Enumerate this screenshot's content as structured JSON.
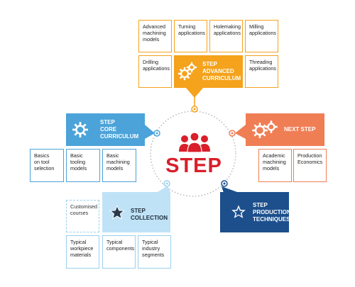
{
  "center": {
    "label": "STEP"
  },
  "colors": {
    "orange": "#f5a21c",
    "blue": "#4ba3d9",
    "coral": "#f07e55",
    "navy": "#1c4f8c",
    "light_blue": "#bfe2f6",
    "red": "#d91f2a"
  },
  "advanced": {
    "title": "STEP\nADVANCED\nCURRICULUM",
    "icon": "gears-icon",
    "cards": [
      "Advanced\nmachining\nmodels",
      "Turning\napplications",
      "Holemaking\napplications",
      "Milling\napplications",
      "Drilling\napplications",
      "Threading\napplications"
    ]
  },
  "core": {
    "title": "STEP\nCORE\nCURRICULUM",
    "icon": "gear-icon",
    "cards": [
      "Basics\non tool\nselection",
      "Basic\ntooling\nmodels",
      "Basic\nmachining\nmodels"
    ]
  },
  "next": {
    "title": "NEXT STEP",
    "icon": "gears-icon",
    "cards": [
      "Academic\nmachining\nmodels",
      "Production\nEconomics"
    ]
  },
  "collection": {
    "title": "STEP\nCOLLECTION",
    "icon": "star-icon",
    "cards": [
      "Customised\ncourses",
      "Typical\nworkpiece\nmaterials",
      "Typical\ncomponents",
      "Typical\nindustry\nsegments"
    ]
  },
  "production": {
    "title": "STEP\nPRODUCTION\nTECHNIQUES",
    "icon": "star-icon"
  }
}
